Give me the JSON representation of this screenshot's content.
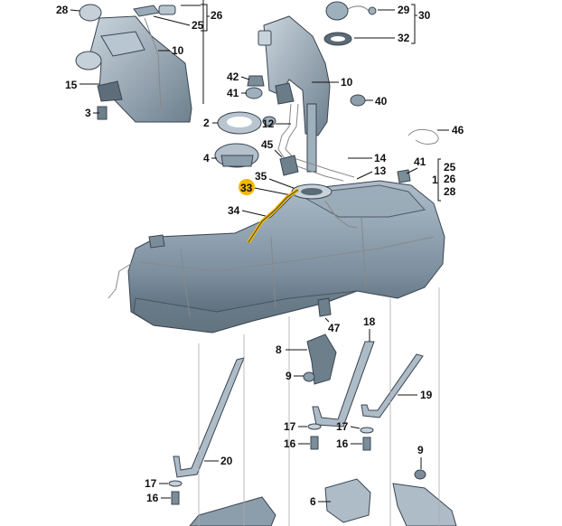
{
  "diagram": {
    "title": "Fuel tank exploded parts diagram",
    "highlight_color": "#f2b800",
    "part_color": "#8497a6",
    "callouts": {
      "c28": "28",
      "c26": "26",
      "c25": "25",
      "c10a": "10",
      "c15": "15",
      "c3": "3",
      "c29": "29",
      "c30": "30",
      "c32": "32",
      "c42": "42",
      "c41a": "41",
      "c2": "2",
      "c10b": "10",
      "c40": "40",
      "c12": "12",
      "c46": "46",
      "c4": "4",
      "c45": "45",
      "c14": "14",
      "c13": "13",
      "c41b": "41",
      "c25b": "25",
      "c26b": "26",
      "c1": "1",
      "c28b": "28",
      "c35": "35",
      "c33": "33",
      "c34": "34",
      "c18": "18",
      "c47": "47",
      "c8": "8",
      "c9a": "9",
      "c19": "19",
      "c17a": "17",
      "c16a": "16",
      "c17b": "17",
      "c16b": "16",
      "c20": "20",
      "c17c": "17",
      "c16c": "16",
      "c9b": "9",
      "c6": "6"
    }
  }
}
